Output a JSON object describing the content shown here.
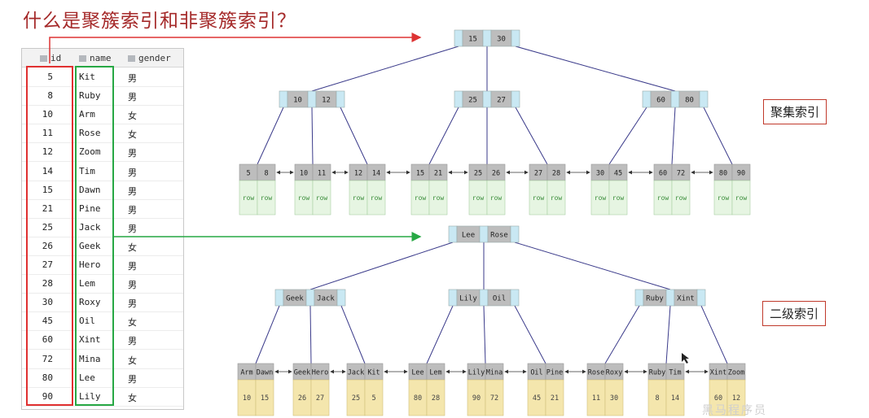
{
  "title": "什么是聚簇索引和非聚簇索引？",
  "table": {
    "columns": [
      "id",
      "name",
      "gender"
    ],
    "rows": [
      [
        "5",
        "Kit",
        "男"
      ],
      [
        "8",
        "Ruby",
        "男"
      ],
      [
        "10",
        "Arm",
        "女"
      ],
      [
        "11",
        "Rose",
        "女"
      ],
      [
        "12",
        "Zoom",
        "男"
      ],
      [
        "14",
        "Tim",
        "男"
      ],
      [
        "15",
        "Dawn",
        "男"
      ],
      [
        "21",
        "Pine",
        "男"
      ],
      [
        "25",
        "Jack",
        "男"
      ],
      [
        "26",
        "Geek",
        "女"
      ],
      [
        "27",
        "Hero",
        "男"
      ],
      [
        "28",
        "Lem",
        "男"
      ],
      [
        "30",
        "Roxy",
        "男"
      ],
      [
        "45",
        "Oil",
        "女"
      ],
      [
        "60",
        "Xint",
        "男"
      ],
      [
        "72",
        "Mina",
        "女"
      ],
      [
        "80",
        "Lee",
        "男"
      ],
      [
        "90",
        "Lily",
        "女"
      ]
    ]
  },
  "labels": {
    "clustered": "聚集索引",
    "secondary": "二级索引"
  },
  "clustered_tree": {
    "root": [
      "15",
      "30"
    ],
    "internal": [
      [
        "10",
        "12"
      ],
      [
        "25",
        "27"
      ],
      [
        "60",
        "80"
      ]
    ],
    "leaves": [
      {
        "keys": [
          "5",
          "8"
        ],
        "vals": [
          "row",
          "row"
        ]
      },
      {
        "keys": [
          "10",
          "11"
        ],
        "vals": [
          "row",
          "row"
        ]
      },
      {
        "keys": [
          "12",
          "14"
        ],
        "vals": [
          "row",
          "row"
        ]
      },
      {
        "keys": [
          "15",
          "21"
        ],
        "vals": [
          "row",
          "row"
        ]
      },
      {
        "keys": [
          "25",
          "26"
        ],
        "vals": [
          "row",
          "row"
        ]
      },
      {
        "keys": [
          "27",
          "28"
        ],
        "vals": [
          "row",
          "row"
        ]
      },
      {
        "keys": [
          "30",
          "45"
        ],
        "vals": [
          "row",
          "row"
        ]
      },
      {
        "keys": [
          "60",
          "72"
        ],
        "vals": [
          "row",
          "row"
        ]
      },
      {
        "keys": [
          "80",
          "90"
        ],
        "vals": [
          "row",
          "row"
        ]
      }
    ]
  },
  "secondary_tree": {
    "root": [
      "Lee",
      "Rose"
    ],
    "internal": [
      [
        "Geek",
        "Jack"
      ],
      [
        "Lily",
        "Oil"
      ],
      [
        "Ruby",
        "Xint"
      ]
    ],
    "leaves": [
      {
        "keys": [
          "Arm",
          "Dawn"
        ],
        "vals": [
          "10",
          "15"
        ]
      },
      {
        "keys": [
          "Geek",
          "Hero"
        ],
        "vals": [
          "26",
          "27"
        ]
      },
      {
        "keys": [
          "Jack",
          "Kit"
        ],
        "vals": [
          "25",
          "5"
        ]
      },
      {
        "keys": [
          "Lee",
          "Lem"
        ],
        "vals": [
          "80",
          "28"
        ]
      },
      {
        "keys": [
          "Lily",
          "Mina"
        ],
        "vals": [
          "90",
          "72"
        ]
      },
      {
        "keys": [
          "Oil",
          "Pine"
        ],
        "vals": [
          "45",
          "21"
        ]
      },
      {
        "keys": [
          "Rose",
          "Roxy"
        ],
        "vals": [
          "11",
          "30"
        ]
      },
      {
        "keys": [
          "Ruby",
          "Tim"
        ],
        "vals": [
          "8",
          "14"
        ]
      },
      {
        "keys": [
          "Xint",
          "Zoom"
        ],
        "vals": [
          "60",
          "12"
        ]
      }
    ]
  },
  "watermark": "黑马程序员"
}
